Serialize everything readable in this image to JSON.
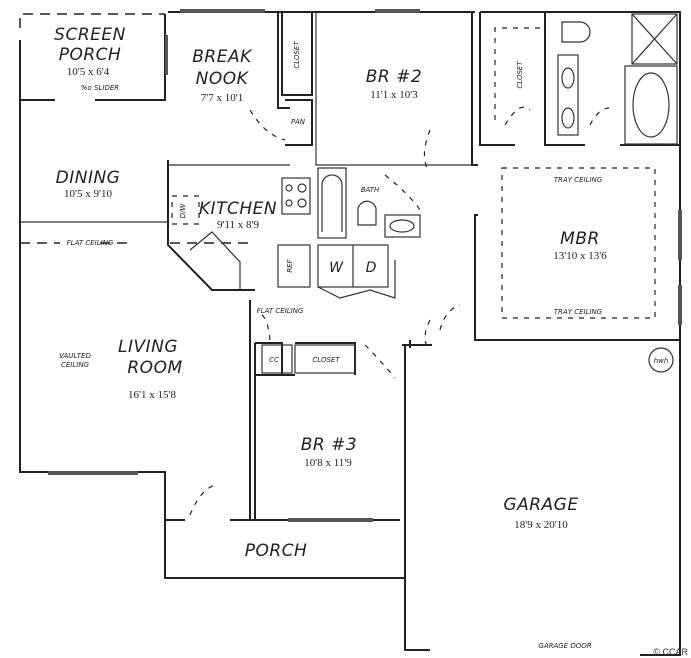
{
  "rooms": {
    "screen_porch": {
      "name_1": "SCREEN",
      "name_2": "PORCH",
      "size": "10'5 x 6'4",
      "note": "%o SLIDER"
    },
    "break_nook": {
      "name_1": "BREAK",
      "name_2": "NOOK",
      "size": "7'7 x 10'1"
    },
    "br2": {
      "name": "BR #2",
      "size": "11'1 x 10'3"
    },
    "dining": {
      "name": "DINING",
      "size": "10'5 x 9'10"
    },
    "kitchen": {
      "name": "KITCHEN",
      "size": "9'11 x 8'9"
    },
    "mbr": {
      "name": "MBR",
      "size": "13'10 x 13'6",
      "note_top": "TRAY CEILING",
      "note_bottom": "TRAY CEILING"
    },
    "living_room": {
      "name_1": "LIVING",
      "name_2": "ROOM",
      "size": "16'1 x 15'8",
      "note_1": "VAULTED",
      "note_2": "CEILING"
    },
    "br3": {
      "name": "BR #3",
      "size": "10'8 x 11'9"
    },
    "porch": {
      "name": "PORCH"
    },
    "garage": {
      "name": "GARAGE",
      "size": "18'9 x 20'10",
      "door": "GARAGE DOOR"
    }
  },
  "labels": {
    "closet_top": "CLOSET",
    "pantry": "PAN",
    "master_closet": "CLOSET",
    "bath": "BATH",
    "dishwasher": "D/W",
    "refrigerator": "REF",
    "washer": "W",
    "dryer": "D",
    "flat_ceiling_dining": "FLAT CEILING",
    "flat_ceiling_hall": "FLAT CEILING",
    "coat_closet": "CC",
    "closet_hall": "CLOSET",
    "water_heater": "hwh"
  },
  "copyright": "© CCAR"
}
